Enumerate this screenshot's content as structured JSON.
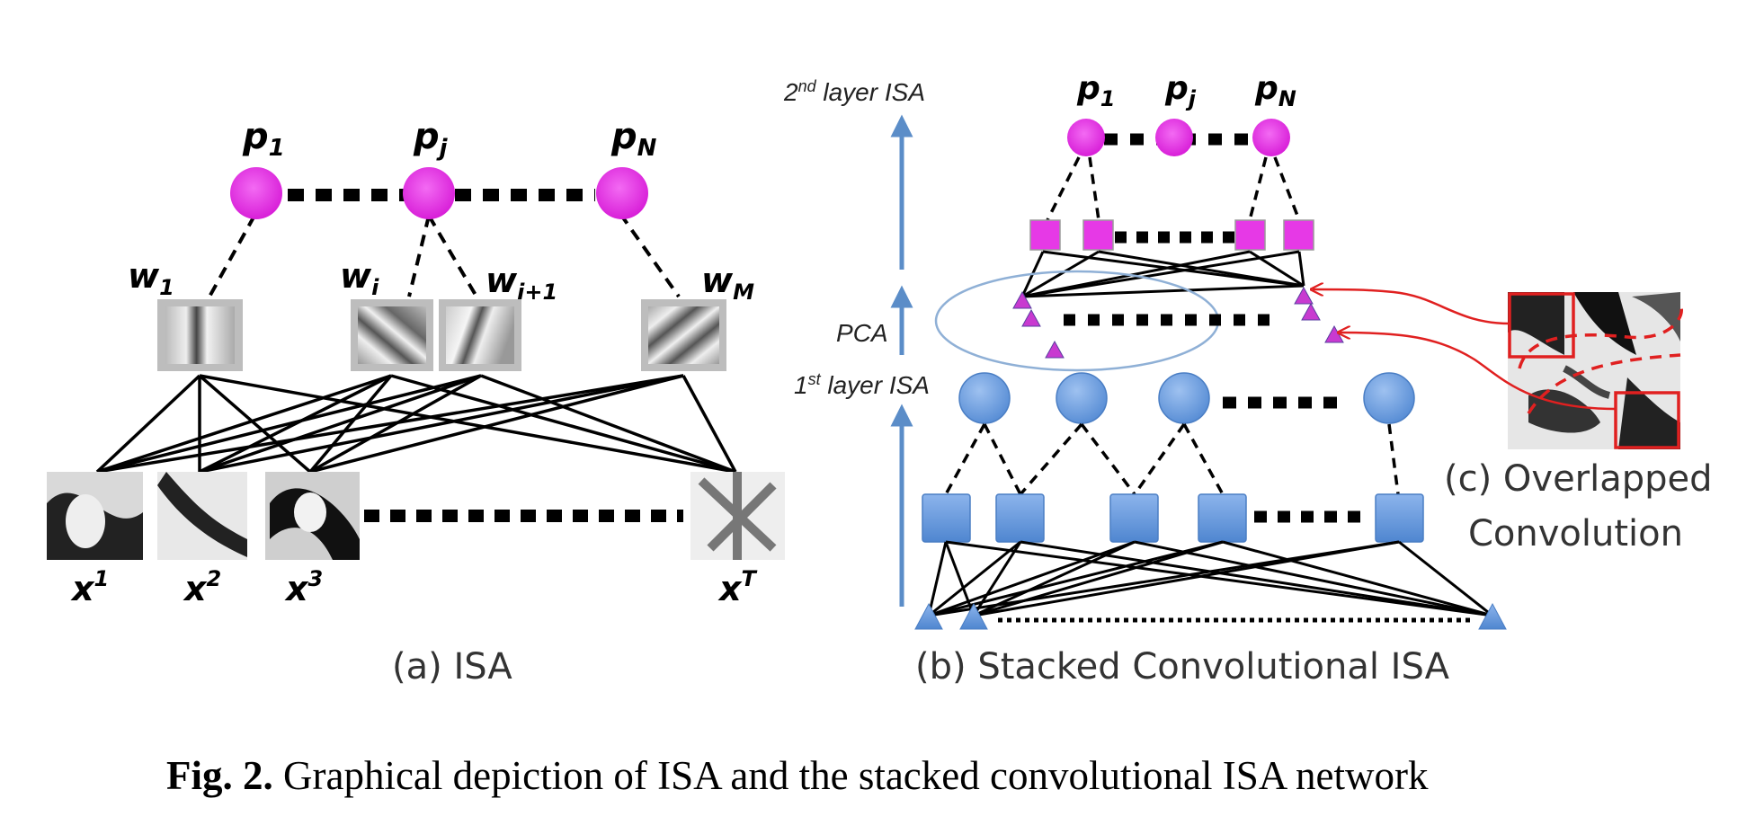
{
  "panel_a": {
    "pool_labels": [
      "p",
      "p",
      "p"
    ],
    "pool_subs": [
      "1",
      "j",
      "N"
    ],
    "filter_labels": [
      "w",
      "w",
      "w",
      "w"
    ],
    "filter_subs": [
      "1",
      "i",
      "i+1",
      "M"
    ],
    "input_labels": [
      "x",
      "x",
      "x",
      "x"
    ],
    "input_sups": [
      "1",
      "2",
      "3",
      "T"
    ],
    "caption": "(a) ISA"
  },
  "panel_b": {
    "pool_labels": [
      "p",
      "p",
      "p"
    ],
    "pool_subs": [
      "1",
      "j",
      "N"
    ],
    "layer2_label_pre": "2",
    "layer2_label_sup": "nd",
    "layer2_label_post": " layer ISA",
    "pca_label": "PCA",
    "layer1_label_pre": "1",
    "layer1_label_sup": "st",
    "layer1_label_post": " layer ISA",
    "caption": "(b) Stacked Convolutional ISA"
  },
  "panel_c": {
    "caption_line1": "(c) Overlapped",
    "caption_line2": "Convolution"
  },
  "figure_caption": {
    "prefix": "Fig. 2.",
    "text": " Graphical depiction of ISA and the stacked convolutional ISA network"
  },
  "colors": {
    "magenta": "#e639e6",
    "blue_node": "#6b9fe0",
    "arrow_blue": "#5b8dc8",
    "red": "#e02020"
  }
}
